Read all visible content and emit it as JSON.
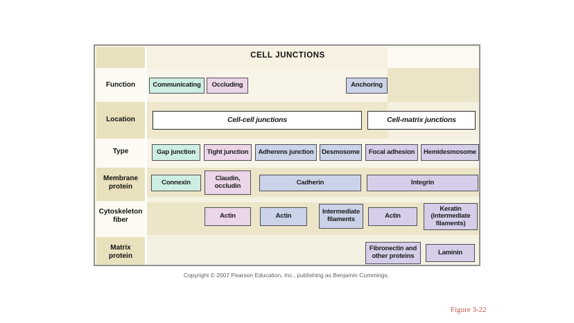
{
  "figure_label": "Figure 3-22",
  "copyright": "Copyright © 2007 Pearson Education, Inc., publishing as Benjamin Cummings.",
  "diagram": {
    "title": "CELL JUNCTIONS",
    "row_labels": {
      "function": "Function",
      "location": "Location",
      "type": "Type",
      "membrane": "Membrane\nprotein",
      "cytoskeleton": "Cytoskeleton\nfiber",
      "matrix": "Matrix\nprotein"
    },
    "nodes": {
      "communicating": "Communicating",
      "occluding": "Occluding",
      "anchoring": "Anchoring",
      "cell_cell": "Cell-cell junctions",
      "cell_matrix": "Cell-matrix junctions",
      "gap_junction": "Gap junction",
      "tight_junction": "Tight junction",
      "adherens_junction": "Adherens junction",
      "desmosome": "Desmosome",
      "focal_adhesion": "Focal adhesion",
      "hemidesmosome": "Hemidesmosome",
      "connexin": "Connexin",
      "claudin_occludin": "Claudin,\noccludin",
      "cadherin": "Cadherin",
      "integrin": "Integrin",
      "actin_tight": "Actin",
      "actin_adherens": "Actin",
      "intermediate_filaments": "Intermediate\nfilaments",
      "actin_focal": "Actin",
      "keratin": "Keratin\n(intermediate\nfilaments)",
      "fibronectin": "Fibronectin and\nother proteins",
      "laminin": "Laminin"
    },
    "connections": [
      [
        "cell_junctions",
        "communicating"
      ],
      [
        "cell_junctions",
        "occluding"
      ],
      [
        "cell_junctions",
        "anchoring"
      ],
      [
        "communicating",
        "cell_cell"
      ],
      [
        "occluding",
        "cell_cell"
      ],
      [
        "anchoring",
        "cell_cell"
      ],
      [
        "anchoring",
        "cell_matrix"
      ],
      [
        "cell_cell",
        "gap_junction"
      ],
      [
        "cell_cell",
        "tight_junction"
      ],
      [
        "cell_cell",
        "adherens_junction"
      ],
      [
        "cell_cell",
        "desmosome"
      ],
      [
        "cell_matrix",
        "focal_adhesion"
      ],
      [
        "cell_matrix",
        "hemidesmosome"
      ],
      [
        "gap_junction",
        "connexin"
      ],
      [
        "tight_junction",
        "claudin_occludin"
      ],
      [
        "adherens_junction",
        "cadherin"
      ],
      [
        "desmosome",
        "cadherin"
      ],
      [
        "focal_adhesion",
        "integrin"
      ],
      [
        "hemidesmosome",
        "integrin"
      ],
      [
        "claudin_occludin",
        "actin_tight"
      ],
      [
        "cadherin",
        "actin_adherens"
      ],
      [
        "cadherin",
        "intermediate_filaments"
      ],
      [
        "integrin",
        "actin_focal"
      ],
      [
        "integrin",
        "keratin"
      ],
      [
        "actin_focal",
        "fibronectin"
      ],
      [
        "keratin",
        "laminin"
      ]
    ],
    "colors": {
      "communicating_group": "#cdeee2",
      "occluding_group": "#ebd5e9",
      "anchoring_cell_cell_group": "#cbd3e9",
      "anchoring_cell_matrix_group": "#d6cee9",
      "location_boxes": "#ffffff",
      "label_band_tan": "#e9e0bd",
      "label_band_white": "#fcfaf2",
      "content_band_tan": "#ede5c8",
      "content_band_cream": "#f8f4e7",
      "figure_label_red": "#c0564c"
    }
  }
}
